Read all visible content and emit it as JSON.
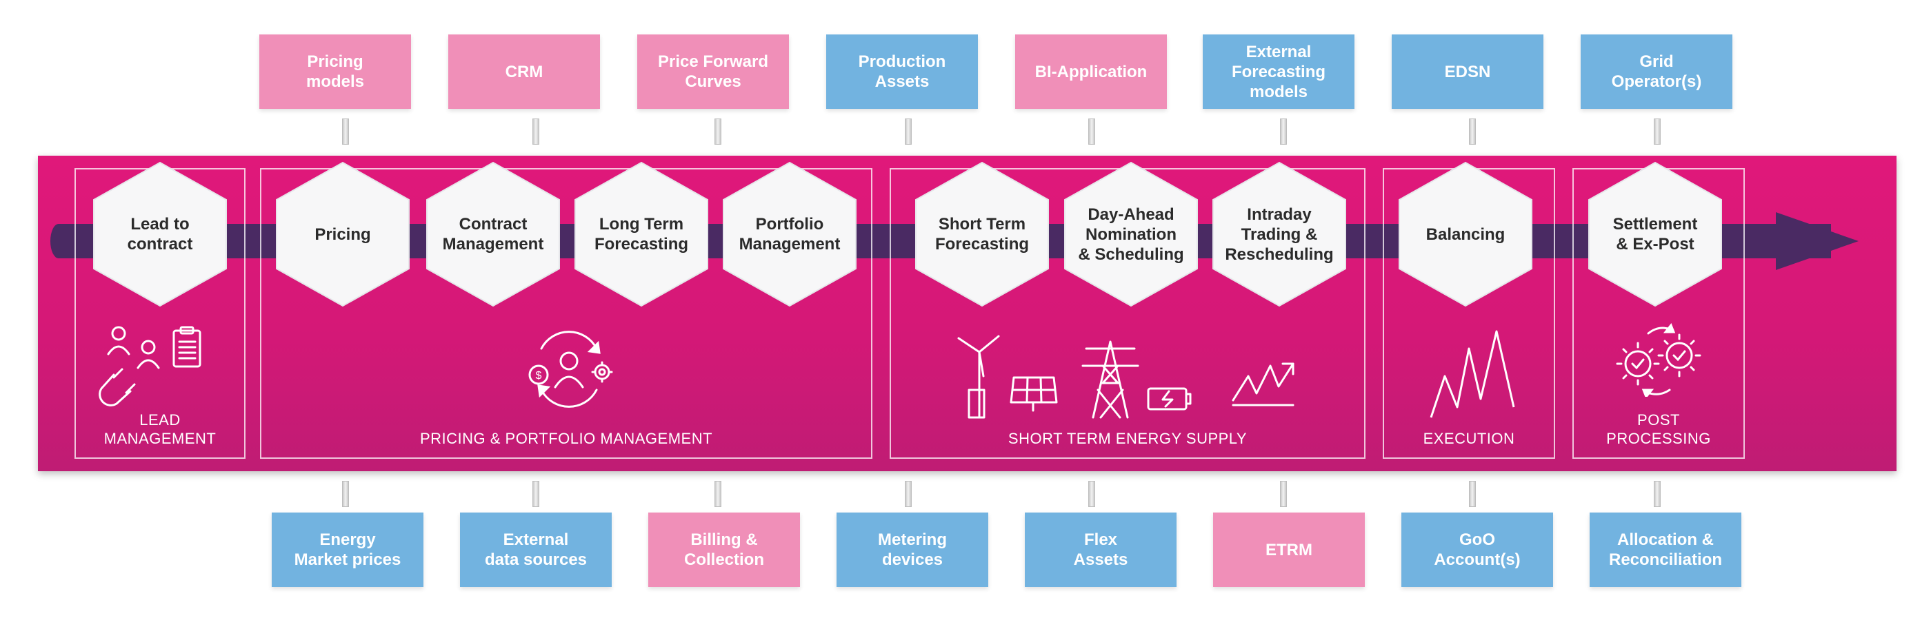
{
  "colors": {
    "band": "#d81b78",
    "pink_box": "#f08fb8",
    "blue_box": "#72b3e0",
    "arrow": "#4a2a63",
    "hexagon": "#f7f7f8"
  },
  "top_systems": [
    {
      "label": "Pricing\nmodels",
      "color": "pink"
    },
    {
      "label": "CRM",
      "color": "pink"
    },
    {
      "label": "Price Forward\nCurves",
      "color": "pink"
    },
    {
      "label": "Production\nAssets",
      "color": "blue"
    },
    {
      "label": "BI-Application",
      "color": "pink"
    },
    {
      "label": "External\nForecasting\nmodels",
      "color": "blue"
    },
    {
      "label": "EDSN",
      "color": "blue"
    },
    {
      "label": "Grid\nOperator(s)",
      "color": "blue"
    }
  ],
  "bottom_systems": [
    {
      "label": "Energy\nMarket prices",
      "color": "blue"
    },
    {
      "label": "External\ndata sources",
      "color": "blue"
    },
    {
      "label": "Billing &\nCollection",
      "color": "pink"
    },
    {
      "label": "Metering\ndevices",
      "color": "blue"
    },
    {
      "label": "Flex\nAssets",
      "color": "blue"
    },
    {
      "label": "ETRM",
      "color": "pink"
    },
    {
      "label": "GoO\nAccount(s)",
      "color": "blue"
    },
    {
      "label": "Allocation &\nReconciliation",
      "color": "blue"
    }
  ],
  "steps": [
    "Lead to\ncontract",
    "Pricing",
    "Contract\nManagement",
    "Long Term\nForecasting",
    "Portfolio\nManagement",
    "Short Term\nForecasting",
    "Day-Ahead\nNomination\n& Scheduling",
    "Intraday\nTrading &\nRescheduling",
    "Balancing",
    "Settlement\n& Ex-Post"
  ],
  "groups": [
    "LEAD\nMANAGEMENT",
    "PRICING & PORTFOLIO MANAGEMENT",
    "SHORT TERM ENERGY SUPPLY",
    "EXECUTION",
    "POST\nPROCESSING"
  ],
  "icons": {
    "lead": "users-magnet-clipboard-icon",
    "pricing": "person-coin-gear-cycle-icon",
    "supply": "wind-solar-pylon-battery-chart-icon",
    "execution": "zigzag-signal-icon",
    "post": "gears-cycle-icon"
  }
}
